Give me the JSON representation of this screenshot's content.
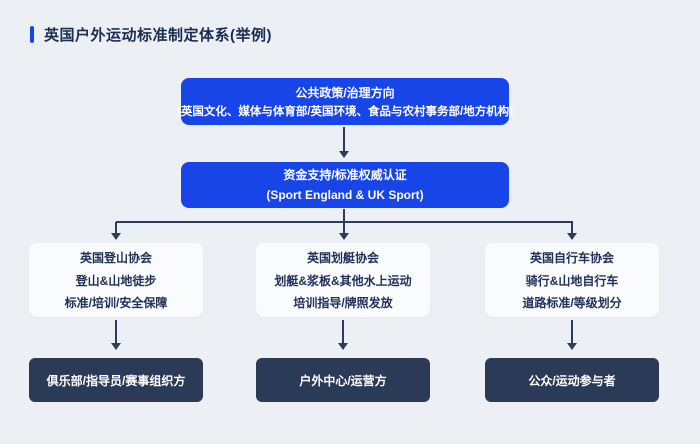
{
  "header": {
    "title": "英国户外运动标准制定体系(举例)"
  },
  "colors": {
    "background": "#ecEFf3",
    "primary_blue": "#1745e8",
    "dark_navy": "#2b3a57",
    "text_navy": "#1c2b50",
    "connector": "#2e3b5b",
    "card_white": "#fafbfd"
  },
  "flow": {
    "top_box": {
      "line1": "公共政策/治理方向",
      "line2": "(英国文化、媒体与体育部/英国环境、食品与农村事务部/地方机构)"
    },
    "second_box": {
      "line1": "资金支持/标准权威认证",
      "line2": "(Sport England & UK Sport)"
    },
    "associations": [
      {
        "name": "英国登山协会",
        "scope": "登山&山地徒步",
        "role": "标准/培训/安全保障"
      },
      {
        "name": "英国划艇协会",
        "scope": "划艇&浆板&其他水上运动",
        "role": "培训指导/牌照发放"
      },
      {
        "name": "英国自行车协会",
        "scope": "骑行&山地自行车",
        "role": "道路标准/等级划分"
      }
    ],
    "outcomes": [
      "俱乐部/指导员/赛事组织方",
      "户外中心/运营方",
      "公众/运动参与者"
    ]
  }
}
